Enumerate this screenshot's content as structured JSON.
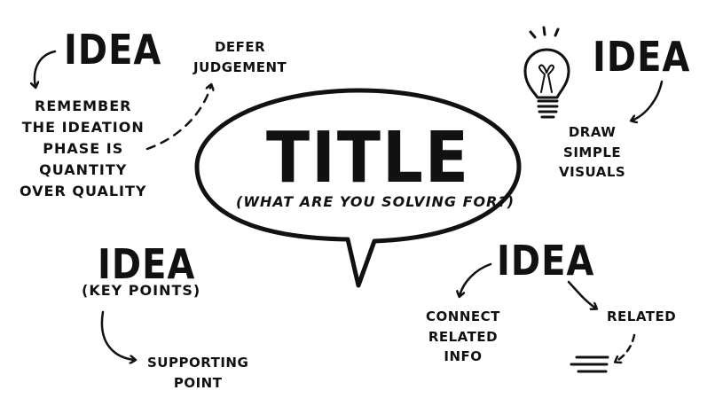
{
  "title": "TITLE",
  "subtitle": "(WHAT ARE YOU SOLVING FOR?)",
  "ideas": {
    "top_left": "IDEA",
    "top_right": "IDEA",
    "bottom_left": "IDEA",
    "bottom_right": "IDEA"
  },
  "notes": {
    "defer_judgement": "DEFER\nJUDGEMENT",
    "remember": "REMEMBER\nTHE IDEATION\nPHASE IS\nQUANTITY\nOVER QUALITY",
    "draw_simple_visuals": "DRAW\nSIMPLE\nVISUALS",
    "key_points": "(KEY POINTS)",
    "supporting_point": "SUPPORTING\nPOINT",
    "connect_related_info": "CONNECT\nRELATED\nINFO",
    "related": "RELATED"
  },
  "colors": {
    "ink": "#111111",
    "background": "#ffffff"
  },
  "icons": [
    "lightbulb-icon"
  ]
}
